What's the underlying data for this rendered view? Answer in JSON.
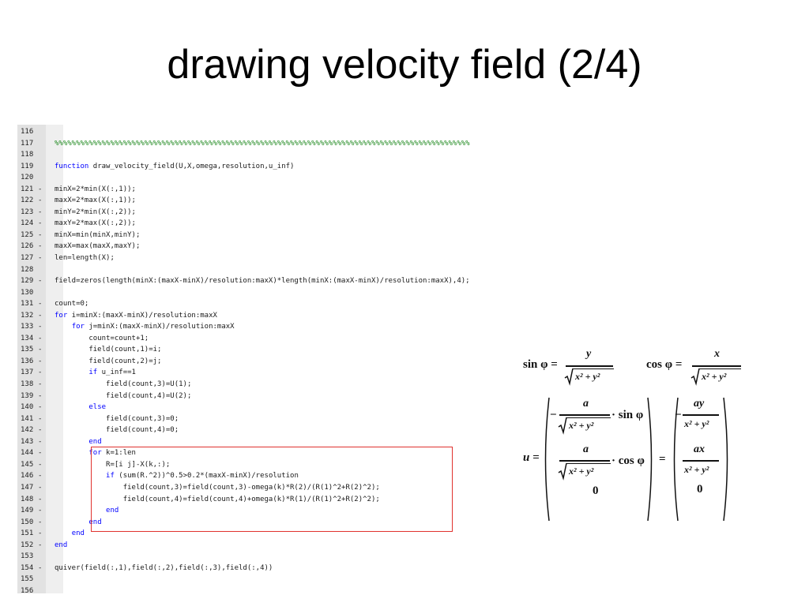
{
  "slide": {
    "title": "drawing velocity field (2/4)"
  },
  "editor": {
    "lines": [
      {
        "num": "116",
        "dash": "",
        "parts": []
      },
      {
        "num": "117",
        "dash": "",
        "parts": [
          {
            "t": "%%%%%%%%%%%%%%%%%%%%%%%%%%%%%%%%%%%%%%%%%%%%%%%%%%%%%%%%%%%%%%%%%%%%%%%%%%%%%%%%%%%%%%%%%%%%%%%%%",
            "c": "cmt"
          }
        ]
      },
      {
        "num": "118",
        "dash": "",
        "parts": []
      },
      {
        "num": "119",
        "dash": "",
        "parts": [
          {
            "t": "function",
            "c": "kw"
          },
          {
            "t": " draw_velocity_field(U,X,omega,resolution,u_inf)",
            "c": ""
          }
        ]
      },
      {
        "num": "120",
        "dash": "",
        "parts": []
      },
      {
        "num": "121",
        "dash": "-",
        "parts": [
          {
            "t": "minX=2*min(X(:,1));",
            "c": ""
          }
        ]
      },
      {
        "num": "122",
        "dash": "-",
        "parts": [
          {
            "t": "maxX=2*max(X(:,1));",
            "c": ""
          }
        ]
      },
      {
        "num": "123",
        "dash": "-",
        "parts": [
          {
            "t": "minY=2*min(X(:,2));",
            "c": ""
          }
        ]
      },
      {
        "num": "124",
        "dash": "-",
        "parts": [
          {
            "t": "maxY=2*max(X(:,2));",
            "c": ""
          }
        ]
      },
      {
        "num": "125",
        "dash": "-",
        "parts": [
          {
            "t": "minX=min(minX,minY);",
            "c": ""
          }
        ]
      },
      {
        "num": "126",
        "dash": "-",
        "parts": [
          {
            "t": "maxX=max(maxX,maxY);",
            "c": ""
          }
        ]
      },
      {
        "num": "127",
        "dash": "-",
        "parts": [
          {
            "t": "len=length(X);",
            "c": ""
          }
        ]
      },
      {
        "num": "128",
        "dash": "",
        "parts": []
      },
      {
        "num": "129",
        "dash": "-",
        "parts": [
          {
            "t": "field=zeros(length(minX:(maxX-minX)/resolution:maxX)*length(minX:(maxX-minX)/resolution:maxX),4);",
            "c": ""
          }
        ]
      },
      {
        "num": "130",
        "dash": "",
        "parts": []
      },
      {
        "num": "131",
        "dash": "-",
        "parts": [
          {
            "t": "count=0;",
            "c": ""
          }
        ]
      },
      {
        "num": "132",
        "dash": "-",
        "parts": [
          {
            "t": "for",
            "c": "kw"
          },
          {
            "t": " i=minX:(maxX-minX)/resolution:maxX",
            "c": ""
          }
        ]
      },
      {
        "num": "133",
        "dash": "-",
        "parts": [
          {
            "t": "    ",
            "c": ""
          },
          {
            "t": "for",
            "c": "kw"
          },
          {
            "t": " j=minX:(maxX-minX)/resolution:maxX",
            "c": ""
          }
        ]
      },
      {
        "num": "134",
        "dash": "-",
        "parts": [
          {
            "t": "        count=count+1;",
            "c": ""
          }
        ]
      },
      {
        "num": "135",
        "dash": "-",
        "parts": [
          {
            "t": "        field(count,1)=i;",
            "c": ""
          }
        ]
      },
      {
        "num": "136",
        "dash": "-",
        "parts": [
          {
            "t": "        field(count,2)=j;",
            "c": ""
          }
        ]
      },
      {
        "num": "137",
        "dash": "-",
        "parts": [
          {
            "t": "        ",
            "c": ""
          },
          {
            "t": "if",
            "c": "kw"
          },
          {
            "t": " u_inf==1",
            "c": ""
          }
        ]
      },
      {
        "num": "138",
        "dash": "-",
        "parts": [
          {
            "t": "            field(count,3)=U(1);",
            "c": ""
          }
        ]
      },
      {
        "num": "139",
        "dash": "-",
        "parts": [
          {
            "t": "            field(count,4)=U(2);",
            "c": ""
          }
        ]
      },
      {
        "num": "140",
        "dash": "-",
        "parts": [
          {
            "t": "        ",
            "c": ""
          },
          {
            "t": "else",
            "c": "kw"
          }
        ]
      },
      {
        "num": "141",
        "dash": "-",
        "parts": [
          {
            "t": "            field(count,3)=0;",
            "c": ""
          }
        ]
      },
      {
        "num": "142",
        "dash": "-",
        "parts": [
          {
            "t": "            field(count,4)=0;",
            "c": ""
          }
        ]
      },
      {
        "num": "143",
        "dash": "-",
        "parts": [
          {
            "t": "        ",
            "c": ""
          },
          {
            "t": "end",
            "c": "kw"
          }
        ]
      },
      {
        "num": "144",
        "dash": "-",
        "parts": [
          {
            "t": "        ",
            "c": ""
          },
          {
            "t": "for",
            "c": "kw"
          },
          {
            "t": " k=1:len",
            "c": ""
          }
        ]
      },
      {
        "num": "145",
        "dash": "-",
        "parts": [
          {
            "t": "            R=[i j]-X(k,:);",
            "c": ""
          }
        ]
      },
      {
        "num": "146",
        "dash": "-",
        "parts": [
          {
            "t": "            ",
            "c": ""
          },
          {
            "t": "if",
            "c": "kw"
          },
          {
            "t": " (sum(R.^2))^0.5>0.2*(maxX-minX)/resolution",
            "c": ""
          }
        ]
      },
      {
        "num": "147",
        "dash": "-",
        "parts": [
          {
            "t": "                field(count,3)=field(count,3)-omega(k)*R(2)/(R(1)^2+R(2)^2);",
            "c": ""
          }
        ]
      },
      {
        "num": "148",
        "dash": "-",
        "parts": [
          {
            "t": "                field(count,4)=field(count,4)+omega(k)*R(1)/(R(1)^2+R(2)^2);",
            "c": ""
          }
        ]
      },
      {
        "num": "149",
        "dash": "-",
        "parts": [
          {
            "t": "            ",
            "c": ""
          },
          {
            "t": "end",
            "c": "kw"
          }
        ]
      },
      {
        "num": "150",
        "dash": "-",
        "parts": [
          {
            "t": "        ",
            "c": ""
          },
          {
            "t": "end",
            "c": "kw"
          }
        ]
      },
      {
        "num": "151",
        "dash": "-",
        "parts": [
          {
            "t": "    ",
            "c": ""
          },
          {
            "t": "end",
            "c": "kw"
          }
        ]
      },
      {
        "num": "152",
        "dash": "-",
        "parts": [
          {
            "t": "end",
            "c": "kw"
          }
        ]
      },
      {
        "num": "153",
        "dash": "",
        "parts": []
      },
      {
        "num": "154",
        "dash": "-",
        "parts": [
          {
            "t": "quiver(field(:,1),field(:,2),field(:,3),field(:,4))",
            "c": ""
          }
        ]
      },
      {
        "num": "155",
        "dash": "",
        "parts": []
      },
      {
        "num": "156",
        "dash": "",
        "parts": []
      }
    ]
  },
  "equations": {
    "sin_lhs": "sin φ =",
    "cos_lhs": "cos φ =",
    "y": "y",
    "x": "x",
    "radicand": "x² + y²",
    "u_vec": "u =",
    "equals": "=",
    "minus": "−",
    "a": "a",
    "dot_sin": "· sin φ",
    "dot_cos": "· cos φ",
    "zero": "0",
    "ay": "ay",
    "ax": "ax",
    "denominator_plain": "x² + y²"
  },
  "colors": {
    "keyword": "#0000ff",
    "comment": "#228b22",
    "highlight_border": "#e0322e",
    "gutter": "#e2e2e2"
  }
}
